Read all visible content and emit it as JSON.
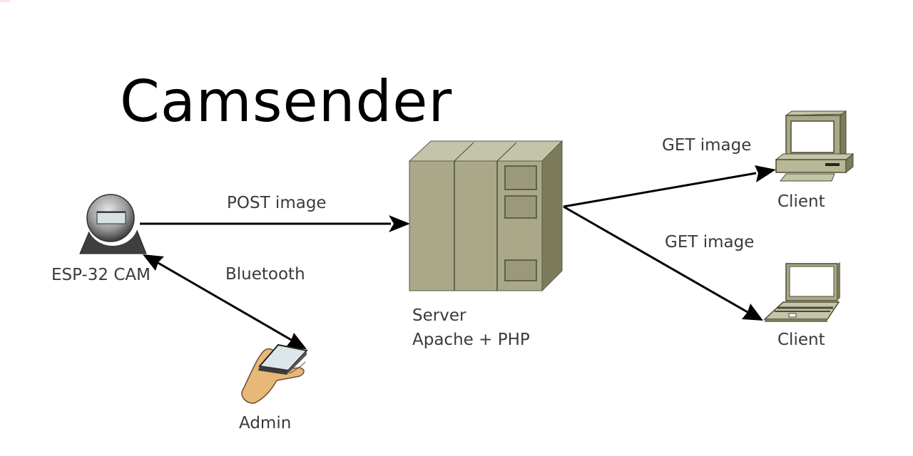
{
  "title": "Camsender",
  "nodes": {
    "camera": {
      "label": "ESP-32 CAM",
      "icon": "camera-icon"
    },
    "admin": {
      "label": "Admin",
      "icon": "hand-phone-icon"
    },
    "server": {
      "label_line1": "Server",
      "label_line2": "Apache + PHP",
      "icon": "server-icon"
    },
    "client_desktop": {
      "label": "Client",
      "icon": "desktop-computer-icon"
    },
    "client_laptop": {
      "label": "Client",
      "icon": "laptop-icon"
    }
  },
  "edges": {
    "post": {
      "label": "POST image",
      "from": "ESP-32 CAM",
      "to": "Server"
    },
    "bluetooth": {
      "label": "Bluetooth",
      "from": "Admin",
      "to": "ESP-32 CAM",
      "bidirectional": true
    },
    "get_desktop": {
      "label": "GET image",
      "from": "Server",
      "to": "Client"
    },
    "get_laptop": {
      "label": "GET image",
      "from": "Server",
      "to": "Client"
    }
  },
  "colors": {
    "server_front": "#a9a98a",
    "server_top": "#c4c4aa",
    "server_side": "#7c7c5c",
    "outline": "#4a4a30",
    "skin": "#e8b77a"
  }
}
